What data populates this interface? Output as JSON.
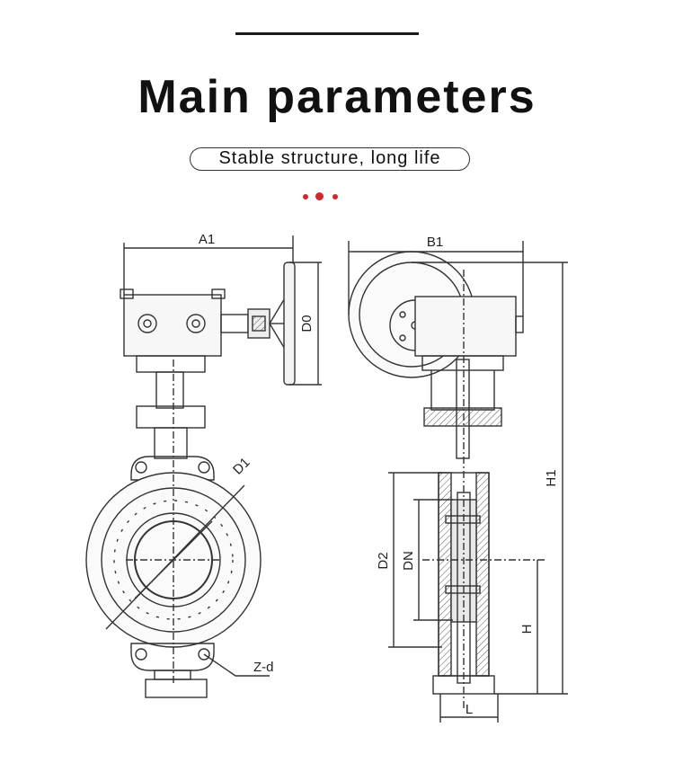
{
  "header": {
    "title": "Main parameters",
    "subtitle": "Stable structure, long life",
    "accent_color": "#d0282c"
  },
  "dimensions": {
    "a1": "A1",
    "b1": "B1",
    "d0": "D0",
    "d1": "D1",
    "d2": "D2",
    "dn": "DN",
    "h1": "H1",
    "h": "H",
    "l": "L",
    "zd": "Z-d"
  }
}
